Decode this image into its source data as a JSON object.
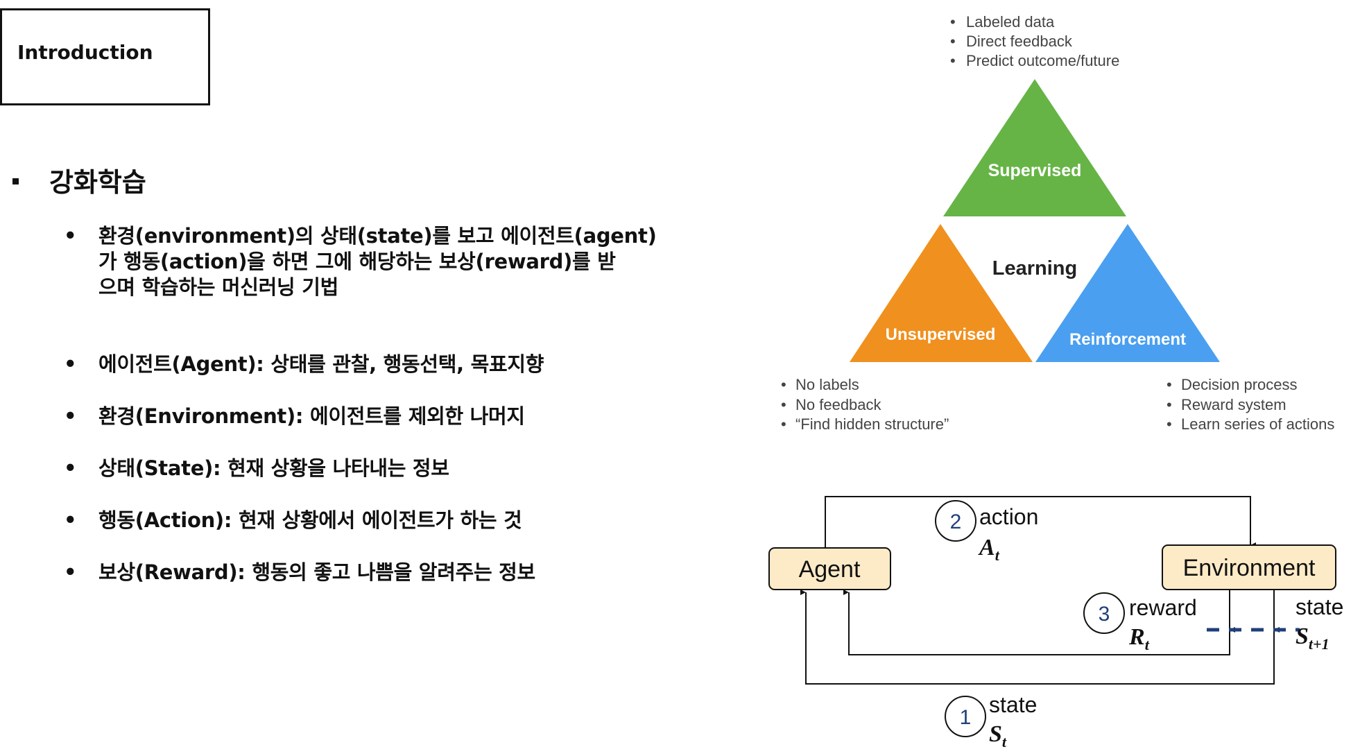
{
  "section_title": "Introduction",
  "heading": "강화학습",
  "bullets": [
    {
      "lines": [
        "환경(environment)의 상태(state)를 보고 에이전트(agent)",
        "가 행동(action)을 하면 그에 해당하는 보상(reward)를 받",
        "으며 학습하는 머신러닝 기법"
      ]
    },
    {
      "lines": [
        "에이전트(Agent): 상태를 관찰, 행동선택, 목표지향"
      ]
    },
    {
      "lines": [
        "환경(Environment): 에이전트를 제외한 나머지"
      ]
    },
    {
      "lines": [
        "상태(State): 현재 상황을 나타내는 정보"
      ]
    },
    {
      "lines": [
        "행동(Action): 현재 상황에서 에이전트가 하는 것"
      ]
    },
    {
      "lines": [
        "보상(Reward): 행동의 좋고 나쁨을 알려주는 정보"
      ]
    }
  ],
  "learning_diagram": {
    "center": "Learning",
    "supervised": {
      "label": "Supervised",
      "color": "#66b446",
      "notes": [
        "Labeled data",
        "Direct feedback",
        "Predict outcome/future"
      ]
    },
    "unsupervised": {
      "label": "Unsupervised",
      "color": "#f0901e",
      "notes": [
        "No labels",
        "No feedback",
        "“Find hidden structure”"
      ]
    },
    "reinforcement": {
      "label": "Reinforcement",
      "color": "#4a9ff0",
      "notes": [
        "Decision process",
        "Reward system",
        "Learn series of actions"
      ]
    }
  },
  "rl_loop": {
    "agent": "Agent",
    "environment": "Environment",
    "box_fill": "#fdebc8",
    "number_color": "#1f3f7a",
    "steps": [
      {
        "num": "1",
        "label": "state",
        "symbol": "S",
        "sub": "t"
      },
      {
        "num": "2",
        "label": "action",
        "symbol": "A",
        "sub": "t"
      },
      {
        "num": "3",
        "label": "reward",
        "symbol": "R",
        "sub": "t"
      }
    ],
    "next_state": {
      "label": "state",
      "symbol": "S",
      "sub": "t+1"
    }
  }
}
